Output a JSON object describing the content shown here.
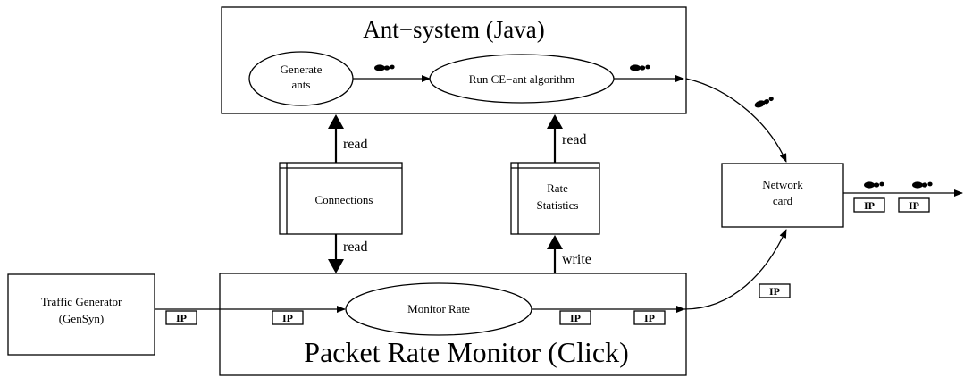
{
  "ant_system": {
    "title": "Ant−system (Java)",
    "generate_ants": [
      "Generate",
      "ants"
    ],
    "run_algorithm": "Run CE−ant algorithm"
  },
  "connections": {
    "label": "Connections"
  },
  "rate_statistics": {
    "label": [
      "Rate",
      "Statistics"
    ]
  },
  "edges": {
    "read_connections_to_ant": "read",
    "read_stats_to_ant": "read",
    "read_connections_to_monitor": "read",
    "write_monitor_to_stats": "write"
  },
  "network_card": {
    "label": [
      "Network",
      "card"
    ]
  },
  "traffic_generator": {
    "label": [
      "Traffic Generator",
      "(GenSyn)"
    ]
  },
  "packet_rate_monitor": {
    "title": "Packet Rate Monitor (Click)",
    "monitor_rate": "Monitor Rate"
  },
  "packet_label": "IP",
  "icons": [
    "ant-icon"
  ]
}
